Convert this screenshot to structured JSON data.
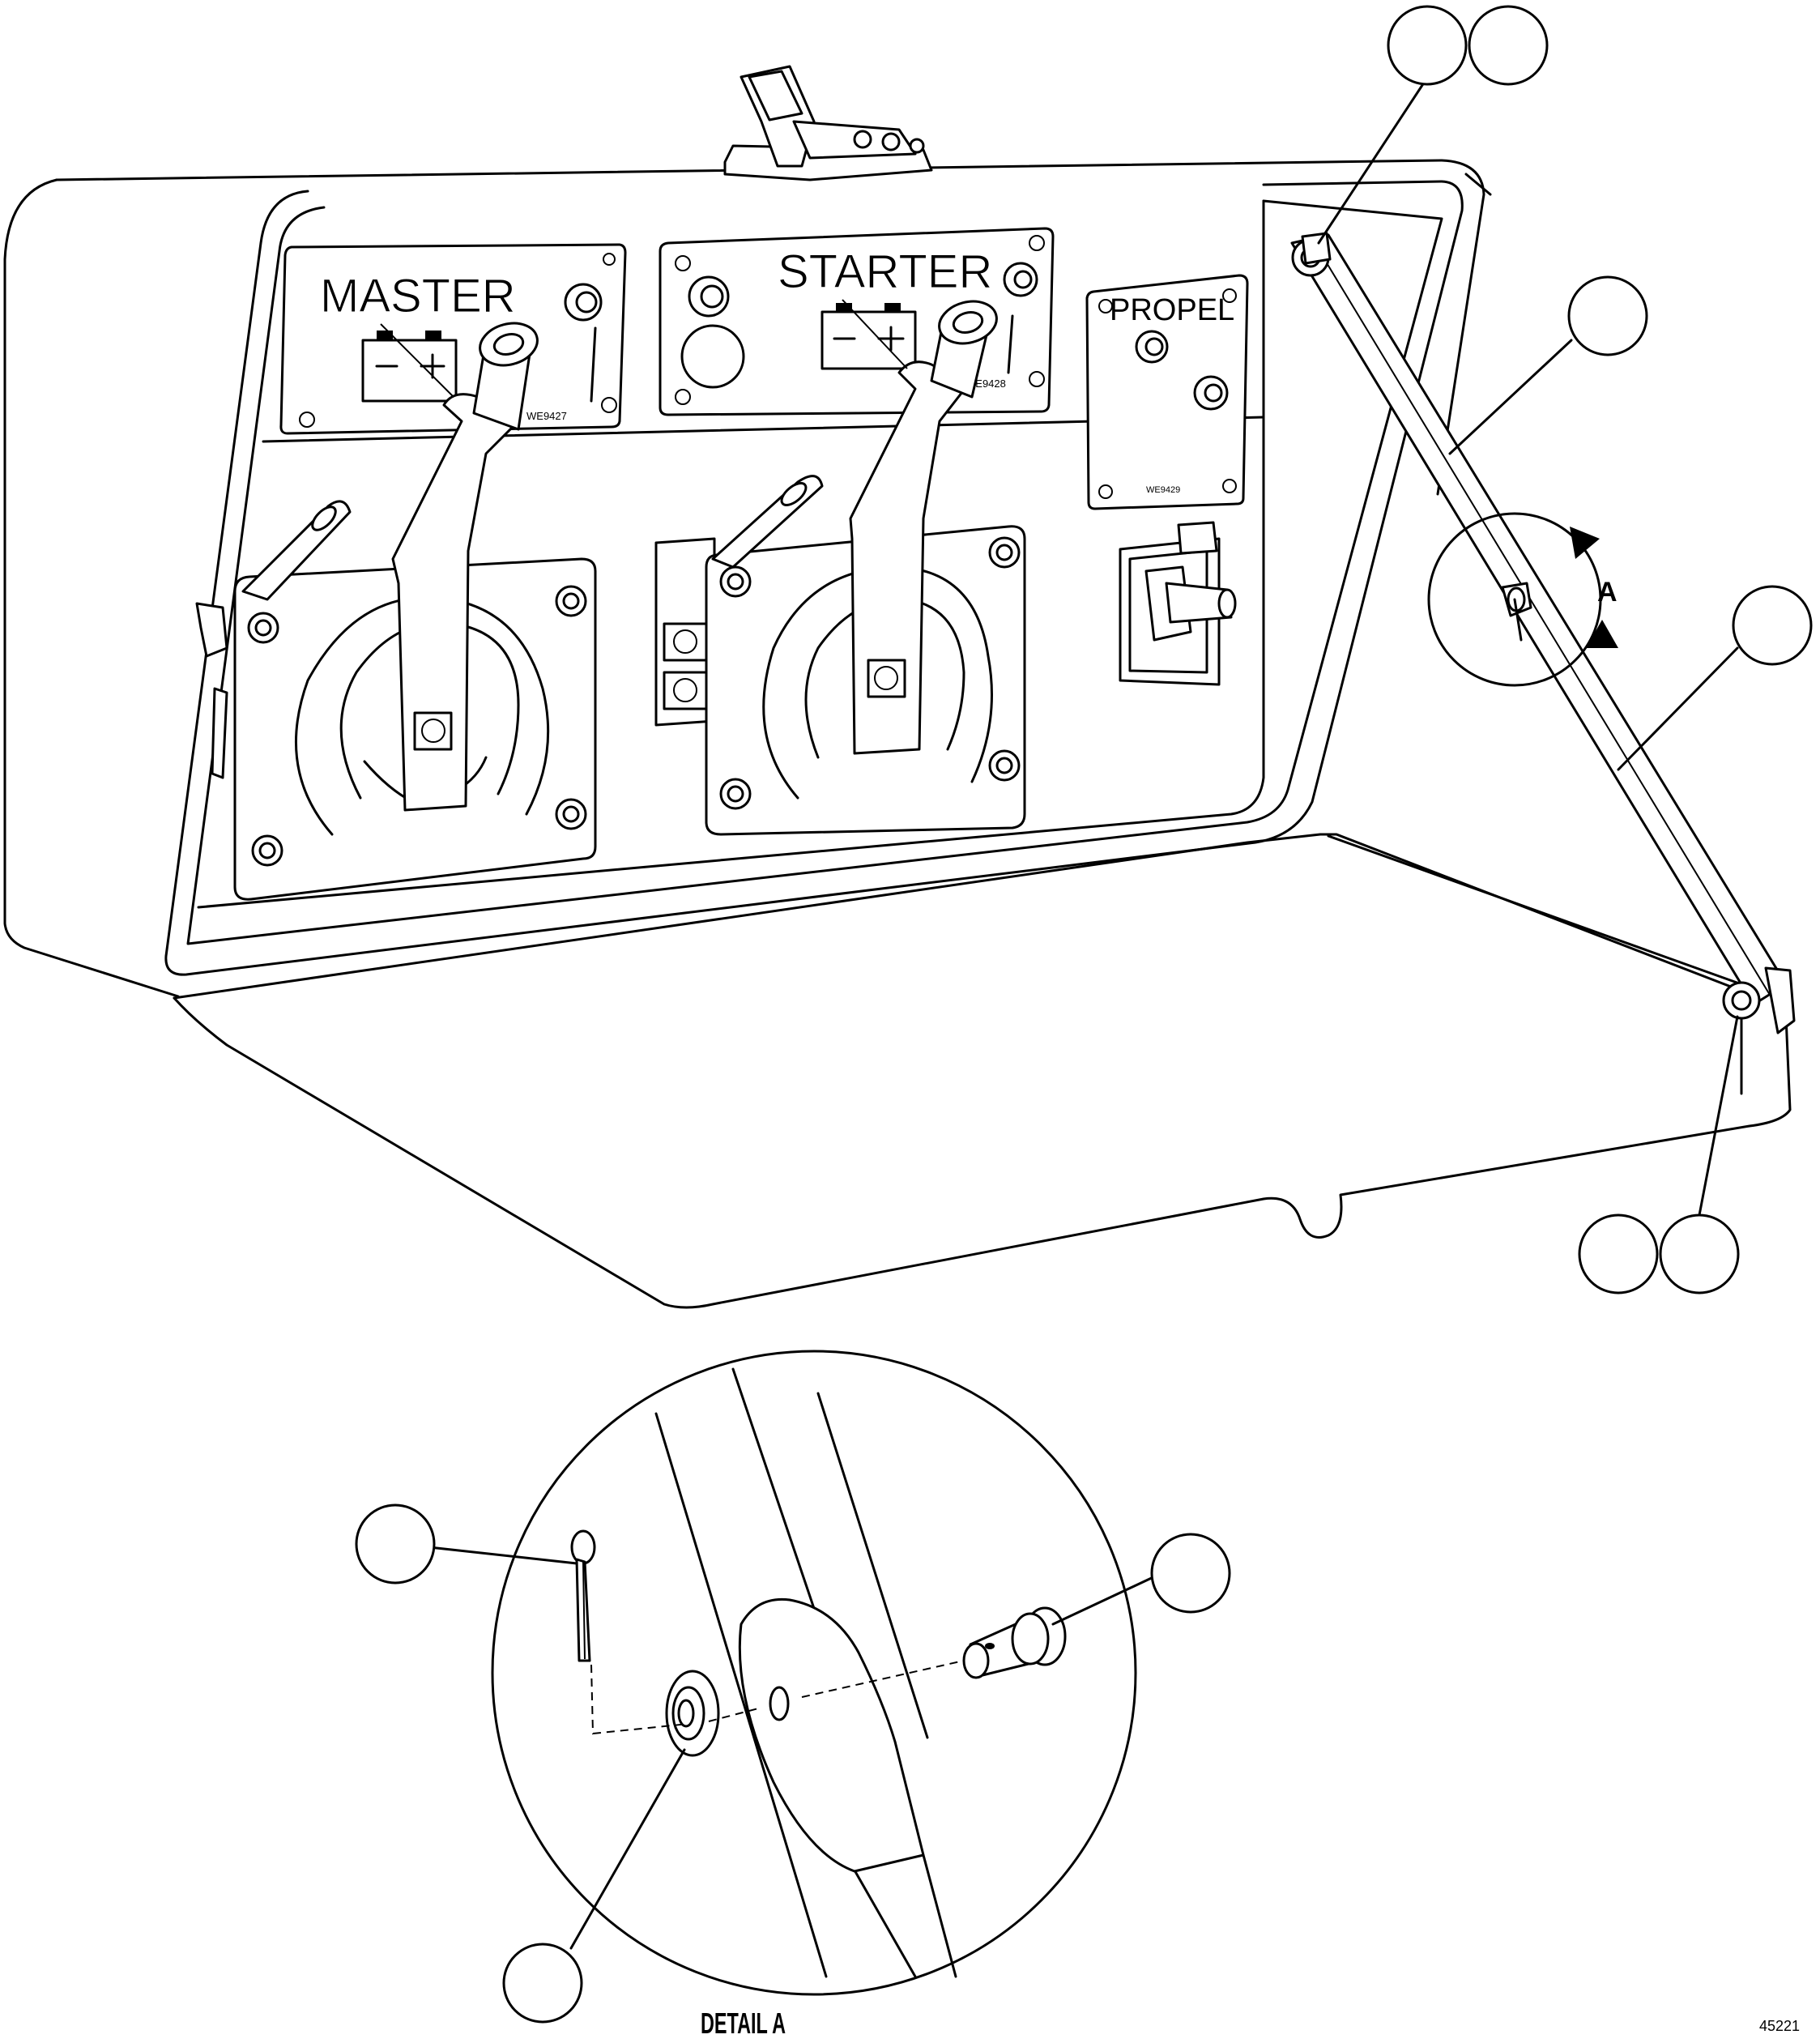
{
  "panel": {
    "master_label": "MASTER",
    "starter_label": "STARTER",
    "propel_label": "PROPEL",
    "decal_master_code": "WE9427",
    "decal_starter_code": "WE9428",
    "decal_propel_code": "WE9429"
  },
  "detail": {
    "marker_letter": "A",
    "title": "DETAIL A"
  },
  "figure_number": "45221",
  "callouts": [
    {
      "id": "callout-top-left",
      "label": ""
    },
    {
      "id": "callout-top-right",
      "label": ""
    },
    {
      "id": "callout-right-upper",
      "label": ""
    },
    {
      "id": "callout-right-lower",
      "label": ""
    },
    {
      "id": "callout-bottom-left",
      "label": ""
    },
    {
      "id": "callout-bottom-right",
      "label": ""
    },
    {
      "id": "callout-detail-cotter-pin",
      "label": ""
    },
    {
      "id": "callout-detail-pin",
      "label": ""
    },
    {
      "id": "callout-detail-washer",
      "label": ""
    }
  ]
}
